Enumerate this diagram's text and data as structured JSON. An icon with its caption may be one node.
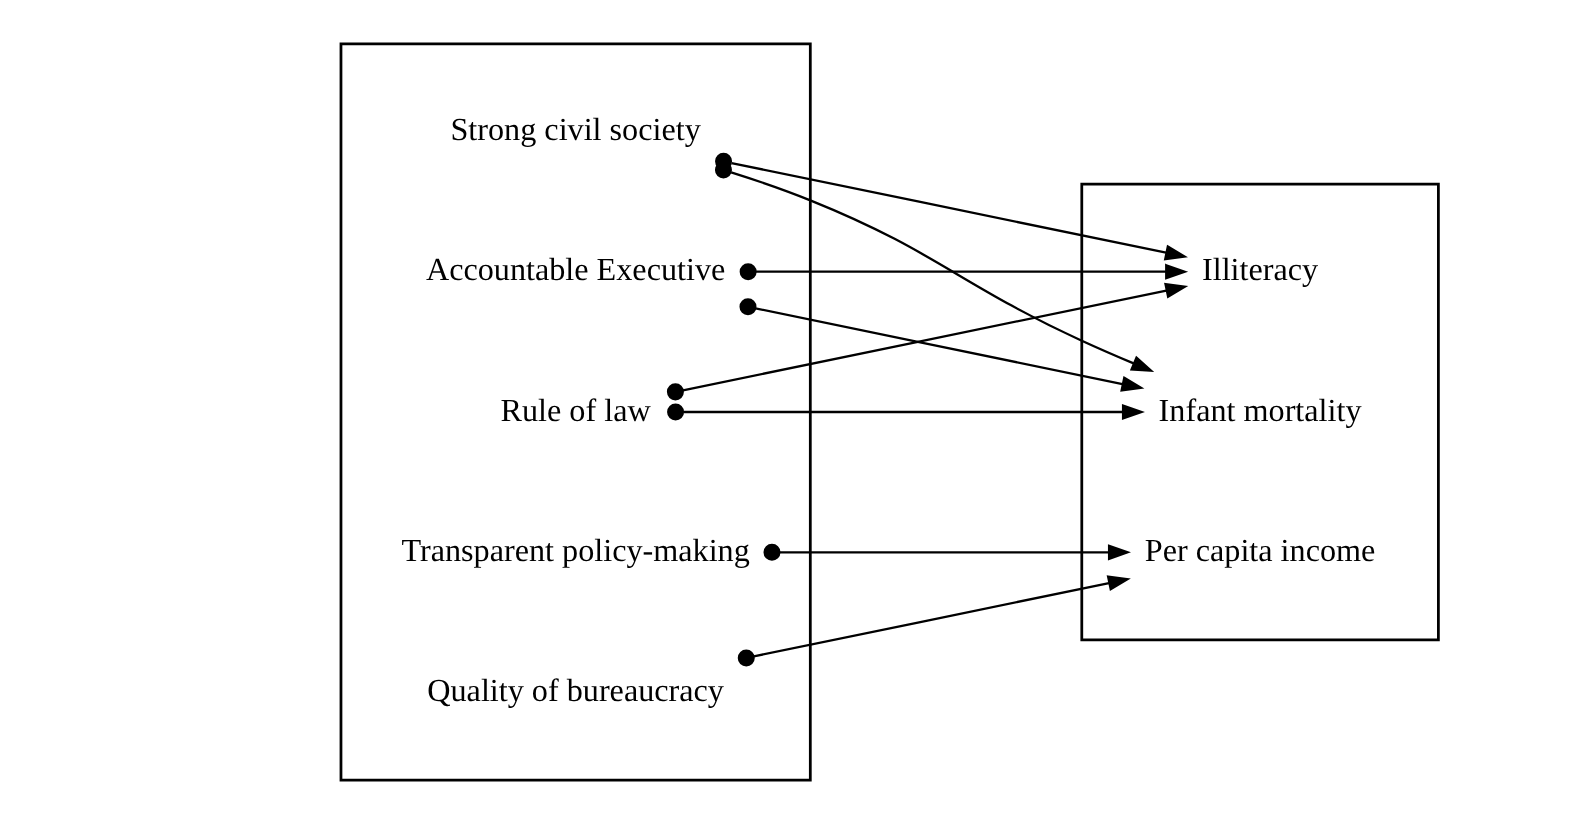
{
  "diagram": {
    "nodes": [
      {
        "text": [],
        "shape": "box"
      },
      {
        "text": [
          "Quality of bureaucracy"
        ],
        "in": 0
      },
      {
        "text": [
          "Transparent policy-making"
        ],
        "in": 0
      },
      {
        "text": [
          "Accountable Executive"
        ],
        "in": 0
      },
      {
        "text": [
          "Strong civil society"
        ],
        "in": 0
      },
      {
        "text": [
          "Rule of law"
        ],
        "in": 0
      },
      {
        "text": [],
        "shape": "box"
      },
      {
        "text": [
          "Per capita income"
        ],
        "in": 6
      },
      {
        "text": [
          "Infant mortality"
        ],
        "in": 6
      },
      {
        "text": [
          "Illiteracy"
        ],
        "in": 6
      }
    ],
    "edges": [
      {
        "from": 1,
        "to": 7,
        "arrow": "to"
      },
      {
        "from": 2,
        "to": 7,
        "arrow": "to"
      },
      {
        "from": 3,
        "to": 8,
        "arrow": "to"
      },
      {
        "from": 3,
        "to": 9,
        "arrow": "to"
      },
      {
        "from": 4,
        "to": 8,
        "arrow": "to"
      },
      {
        "from": 4,
        "to": 9,
        "arrow": "to"
      },
      {
        "from": 5,
        "to": 8,
        "arrow": "to"
      },
      {
        "from": 5,
        "to": 9,
        "arrow": "to"
      }
    ]
  }
}
